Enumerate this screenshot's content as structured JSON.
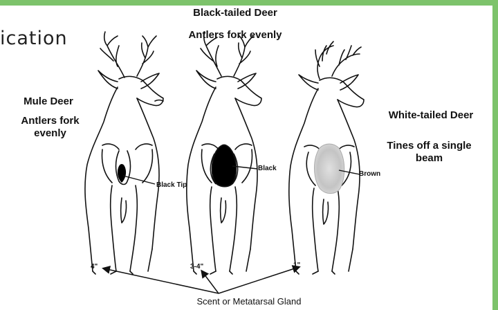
{
  "title_fragment": "ication",
  "deer": [
    {
      "name": "Mule Deer",
      "antler_note": "Antlers fork evenly",
      "gland_label": "Black Tip",
      "gland_size": "4\"",
      "gland_color": "#000000"
    },
    {
      "name": "Black-tailed Deer",
      "antler_note": "Antlers fork evenly",
      "gland_label": "Black",
      "gland_size": "3-4\"",
      "gland_color": "#000000"
    },
    {
      "name": "White-tailed Deer",
      "antler_note": "Tines off a single beam",
      "gland_label": "Brown",
      "gland_size": "1\"",
      "gland_color": "#bdbdbd"
    }
  ],
  "footer_label": "Scent or Metatarsal Gland",
  "accent_color": "#7dc36b"
}
